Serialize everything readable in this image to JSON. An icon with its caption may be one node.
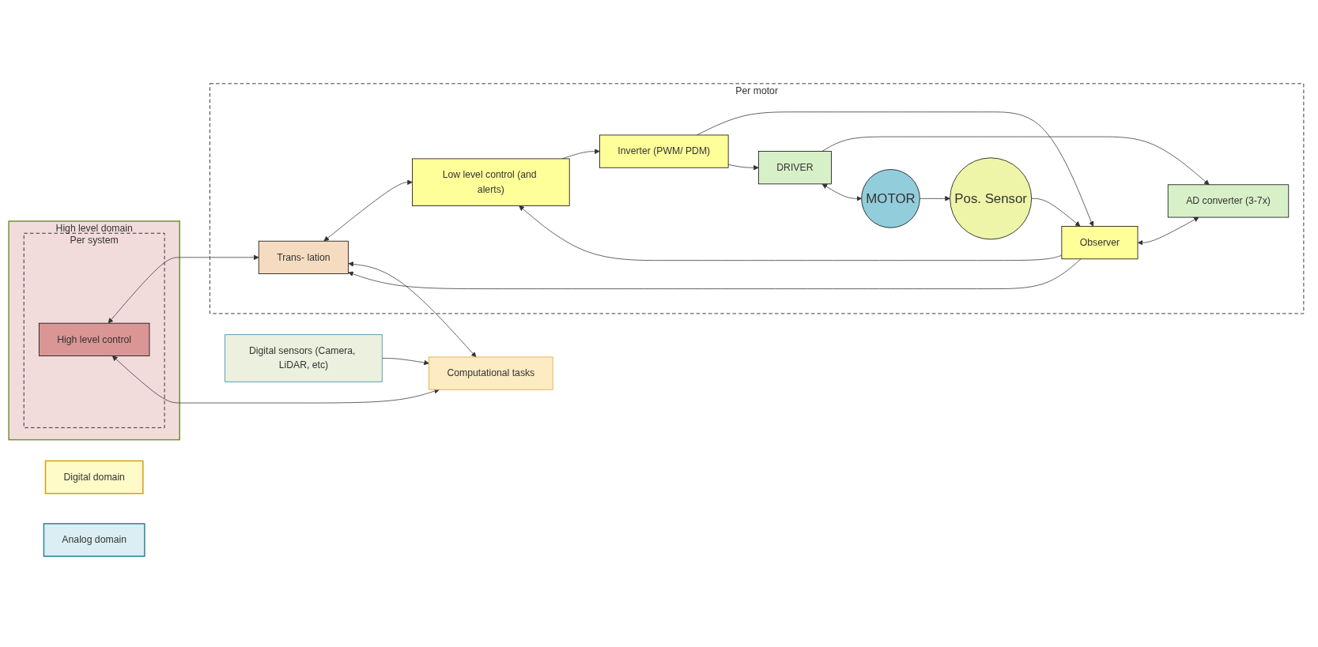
{
  "diagram": {
    "nodes": [
      {
        "text": [
          "High level domain"
        ]
      },
      {
        "text": [
          "Per system"
        ],
        "in": 0
      },
      {
        "text": [
          "High level control"
        ],
        "in": 1
      },
      {
        "text": [
          "Digital domain"
        ]
      },
      {
        "text": [
          "Analog domain"
        ]
      },
      {
        "text": [
          "Per motor"
        ]
      },
      {
        "text": [
          "Trans- lation"
        ],
        "in": 5
      },
      {
        "text": [
          "Observer"
        ],
        "in": 5
      },
      {
        "text": [
          "Pos. Sensor"
        ],
        "in": 5
      },
      {
        "text": [
          "AD converter (3-7x)"
        ],
        "in": 5
      },
      {
        "text": [
          "Low level control (and alerts)"
        ],
        "in": 5
      },
      {
        "text": [
          "Inverter (PWM/ PDM)"
        ],
        "in": 5
      },
      {
        "text": [
          "DRIVER"
        ],
        "in": 5
      },
      {
        "text": [
          "MOTOR"
        ],
        "in": 5
      },
      {
        "text": [
          "Computational tasks"
        ]
      },
      {
        "text": [
          "Digital sensors (Camera, LiDAR, etc)"
        ]
      }
    ],
    "edges": [
      {
        "from": 2,
        "to": 6,
        "arrow": "both"
      },
      {
        "from": 7,
        "to": 6,
        "arrow": "to"
      },
      {
        "from": 8,
        "to": 7,
        "arrow": "to"
      },
      {
        "from": 7,
        "to": 10,
        "arrow": "to"
      },
      {
        "from": 7,
        "to": 9,
        "arrow": "both"
      },
      {
        "from": 6,
        "to": 10,
        "arrow": "both"
      },
      {
        "from": 11,
        "to": 7,
        "arrow": "to"
      },
      {
        "from": 10,
        "to": 11,
        "arrow": "to"
      },
      {
        "from": 11,
        "to": 12,
        "arrow": "to"
      },
      {
        "from": 12,
        "to": 9,
        "arrow": "to"
      },
      {
        "from": 12,
        "to": 13,
        "arrow": "both"
      },
      {
        "from": 13,
        "to": 8,
        "arrow": "to"
      },
      {
        "from": 2,
        "to": 14,
        "arrow": "both"
      },
      {
        "from": 6,
        "to": 14,
        "arrow": "both"
      },
      {
        "from": 15,
        "to": 14,
        "arrow": "to"
      }
    ]
  }
}
